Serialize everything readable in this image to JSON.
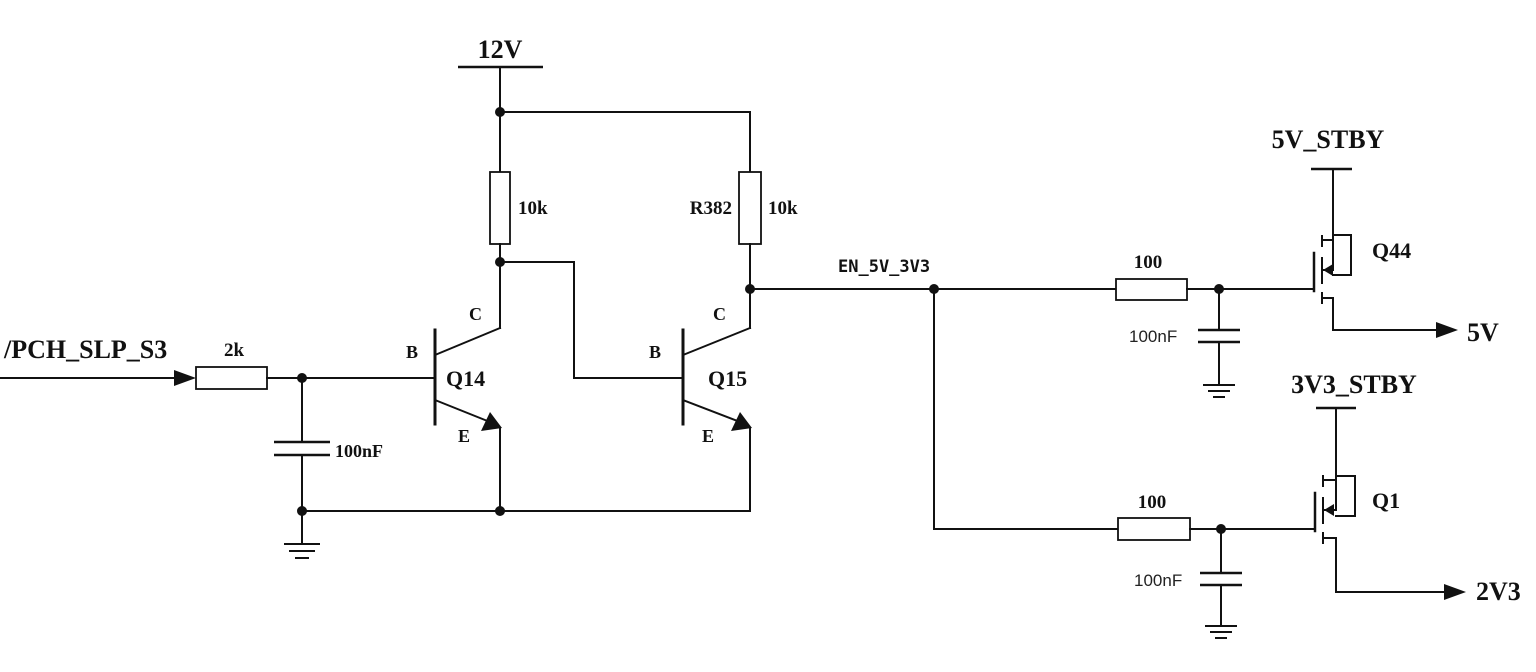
{
  "power_rails": {
    "v12": "12V",
    "v5_stby": "5V_STBY",
    "v3v3_stby": "3V3_STBY"
  },
  "signals": {
    "input": "/PCH_SLP_S3",
    "enable_net": "EN_5V_3V3",
    "out_5v": "5V",
    "out_2v3": "2V3"
  },
  "resistors": {
    "r_input": "2k",
    "r_q14_pullup": "10k",
    "r382_ref": "R382",
    "r382_value": "10k",
    "r_gate_q44": "100",
    "r_gate_q1": "100"
  },
  "capacitors": {
    "c_input": "100nF",
    "c_gate_q44": "100nF",
    "c_gate_q1": "100nF"
  },
  "transistors": {
    "q14": "Q14",
    "q15": "Q15",
    "q44": "Q44",
    "q1": "Q1"
  },
  "pins": {
    "base": "B",
    "collector": "C",
    "emitter": "E"
  }
}
